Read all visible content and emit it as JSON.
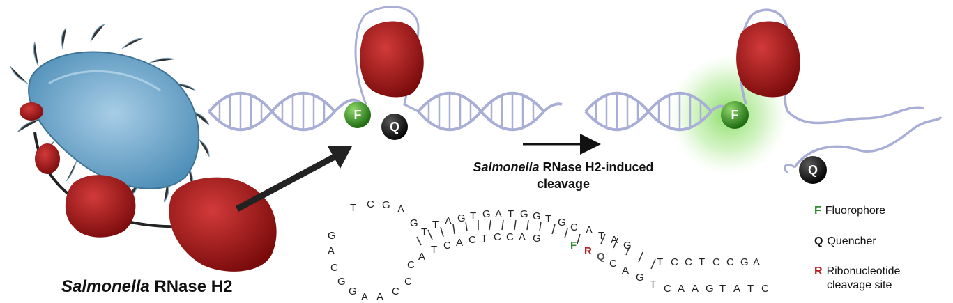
{
  "bacterium_label": {
    "organism": "Salmonella",
    "enzyme": "RNase H2"
  },
  "process_label": {
    "line1_organism": "Salmonella",
    "line1_rest": " RNase H2-induced",
    "line2": "cleavage"
  },
  "probe_markers": {
    "fluorophore": "F",
    "quencher": "Q",
    "ribonucleotide": "R"
  },
  "legend": [
    {
      "key": "F",
      "label": "Fluorophore",
      "color": "#2e8b2e"
    },
    {
      "key": "Q",
      "label": "Quencher",
      "color": "#111111"
    },
    {
      "key": "R",
      "label": "Ribonucleotide",
      "label2": "cleavage site",
      "color": "#b22222"
    }
  ],
  "sequence": {
    "top_strand": [
      "T",
      "C",
      "G",
      "A",
      "G",
      "T",
      "T",
      "A",
      "G",
      "T",
      "G",
      "A",
      "T",
      "G",
      "G",
      "T",
      "G",
      "C",
      "A",
      "T",
      "A",
      "G"
    ],
    "bottom_strand": [
      "C",
      "A",
      "T",
      "C",
      "A",
      "C",
      "T",
      "C",
      "C",
      "A",
      "G",
      "F",
      "R",
      "Q",
      "C",
      "A",
      "G",
      "T",
      "C",
      "A",
      "A",
      "G",
      "T",
      "A",
      "T",
      "C"
    ],
    "loop_left": [
      "G",
      "A",
      "C",
      "G",
      "G",
      "A",
      "A",
      "C",
      "C"
    ],
    "tail_top": [
      "T",
      "C",
      "C",
      "T",
      "C",
      "C",
      "G",
      "A"
    ]
  },
  "colors": {
    "fluorophore_green": "#2e8b2e",
    "ribonucleotide_red": "#b22222",
    "enzyme_red": "#b01a1a",
    "dna_lavender": "#a9aed6",
    "bacterium_blue": "#7fb3d5"
  }
}
